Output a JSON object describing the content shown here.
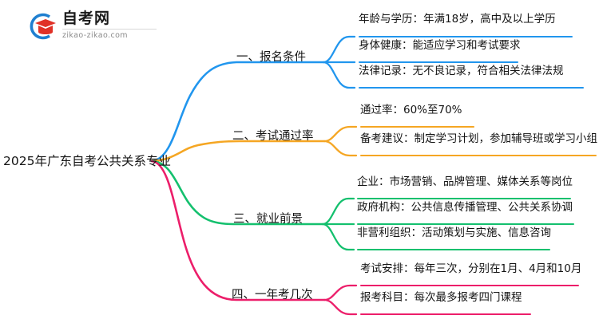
{
  "logo": {
    "name": "自考网",
    "url": "zikao-zikao.com",
    "mark_icon": "graduation-cap-icon",
    "arc_color": "#1f7fd0",
    "cap_color": "#e03127"
  },
  "mindmap": {
    "root": {
      "label": "2025年广东自考公共关系专业"
    },
    "branches": [
      {
        "id": "branch-registration",
        "label": "一、报名条件",
        "color": "#2196ee",
        "children": [
          {
            "label": "年龄与学历：年满18岁，高中及以上学历"
          },
          {
            "label": "身体健康：能适应学习和考试要求"
          },
          {
            "label": "法律记录：无不良记录，符合相关法律法规"
          }
        ]
      },
      {
        "id": "branch-pass-rate",
        "label": "二、考试通过率",
        "color": "#f5a623",
        "children": [
          {
            "label": "通过率：60%至70%"
          },
          {
            "label": "备考建议：制定学习计划，参加辅导班或学习小组"
          }
        ]
      },
      {
        "id": "branch-employment",
        "label": "三、就业前景",
        "color": "#14c06e",
        "children": [
          {
            "label": "企业：市场营销、品牌管理、媒体关系等岗位"
          },
          {
            "label": "政府机构：公共信息传播管理、公共关系协调"
          },
          {
            "label": "非营利组织：活动策划与实施、信息咨询"
          }
        ]
      },
      {
        "id": "branch-exam-times",
        "label": "四、一年考几次",
        "color": "#ec1e6a",
        "children": [
          {
            "label": "考试安排：每年三次，分别在1月、4月和10月"
          },
          {
            "label": "报考科目：每次最多报考四门课程"
          }
        ]
      }
    ]
  }
}
